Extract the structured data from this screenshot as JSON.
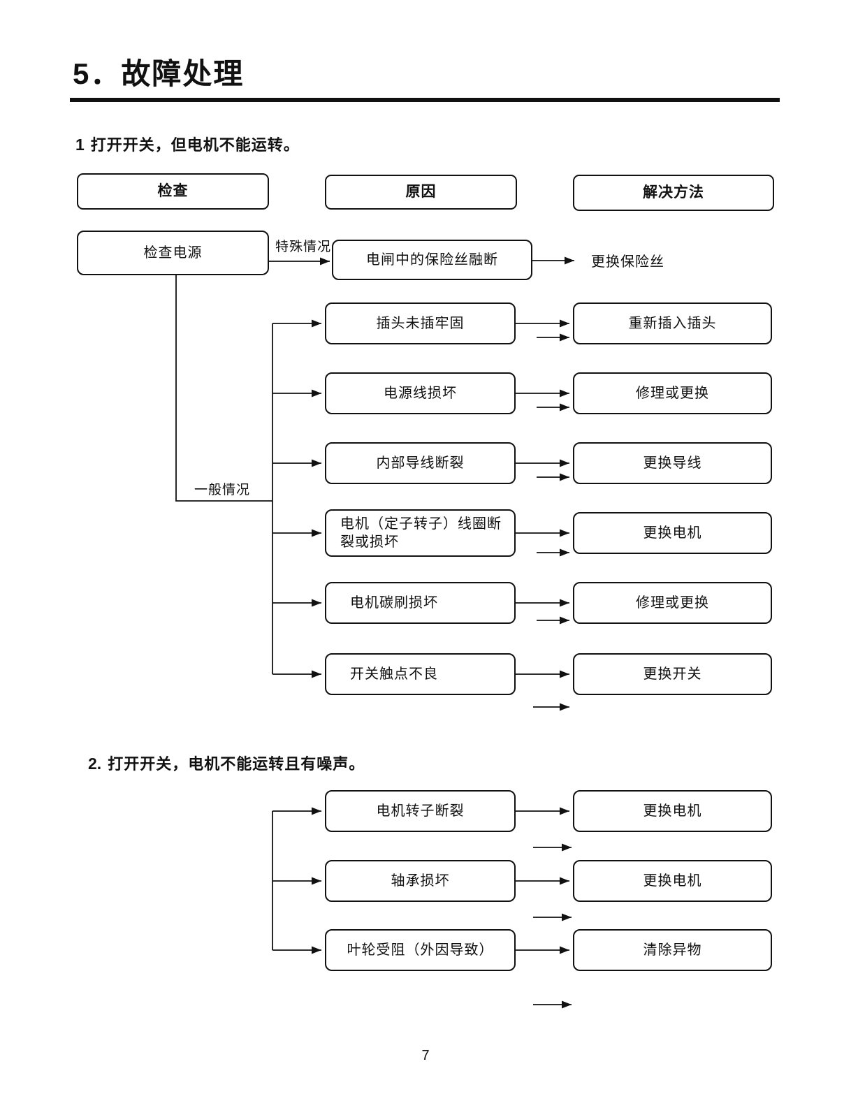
{
  "page": {
    "title": "5．故障处理",
    "page_number": "7",
    "colors": {
      "ink": "#111111",
      "paper": "#ffffff"
    }
  },
  "section1": {
    "number": "1",
    "heading": "打开开关，但电机不能运转。",
    "headers": [
      "检查",
      "原因",
      "解决方法"
    ],
    "check_box": "检查电源",
    "branch_labels": {
      "special": "特殊情况",
      "general": "一般情况"
    },
    "special_row": {
      "cause": "电闸中的保险丝融断",
      "solution": "更换保险丝"
    },
    "rows": [
      {
        "cause": "插头未插牢固",
        "solution": "重新插入插头"
      },
      {
        "cause": "电源线损坏",
        "solution": "修理或更换"
      },
      {
        "cause": "内部导线断裂",
        "solution": "更换导线"
      },
      {
        "cause": "电机（定子转子）线圈断裂或损坏",
        "solution": "更换电机"
      },
      {
        "cause": "电机碳刷损坏",
        "solution": "修理或更换"
      },
      {
        "cause": "开关触点不良",
        "solution": "更换开关"
      }
    ]
  },
  "section2": {
    "number": "2.",
    "heading": "打开开关，电机不能运转且有噪声。",
    "rows": [
      {
        "cause": "电机转子断裂",
        "solution": "更换电机"
      },
      {
        "cause": "轴承损坏",
        "solution": "更换电机"
      },
      {
        "cause": "叶轮受阻（外因导致）",
        "solution": "清除异物"
      }
    ]
  }
}
